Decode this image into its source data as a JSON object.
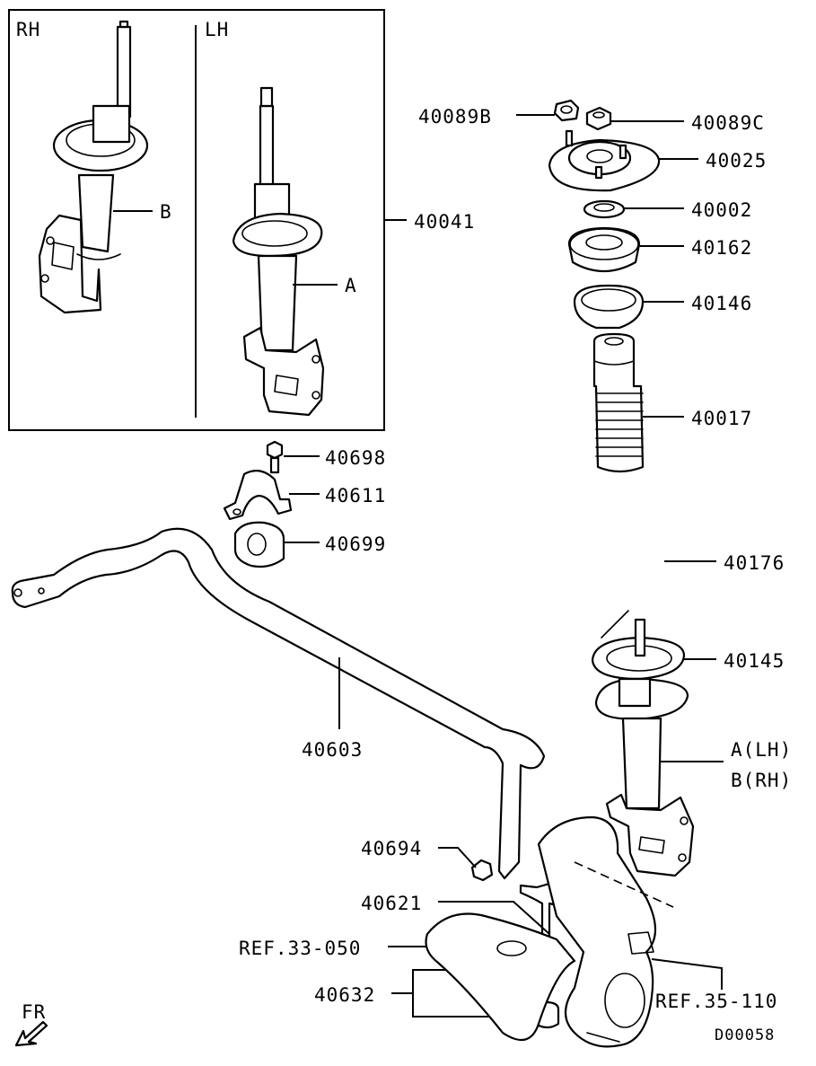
{
  "inset": {
    "rh_label": "RH",
    "lh_label": "LH",
    "label_b": "B",
    "label_a": "A",
    "assembly_part": "40041"
  },
  "parts": {
    "nut_b": "40089B",
    "nut_c": "40089C",
    "mount": "40025",
    "bearing": "40002",
    "upper_seat": "40162",
    "upper_pad": "40146",
    "bump_boot": "40017",
    "spring": "40176",
    "lower_pad": "40145",
    "strut_ab_a": "A(LH)",
    "strut_ab_b": "B(RH)",
    "bolt": "40698",
    "bracket": "40611",
    "bushing": "40699",
    "stabilizer_bar": "40603",
    "link_nut": "40694",
    "stabilizer_link": "40621",
    "link_bushings": "40632"
  },
  "refs": {
    "ref_lower_arm": "REF.33-050",
    "ref_knuckle": "REF.35-110"
  },
  "front_marker": "FR",
  "diagram_code": "D00058"
}
